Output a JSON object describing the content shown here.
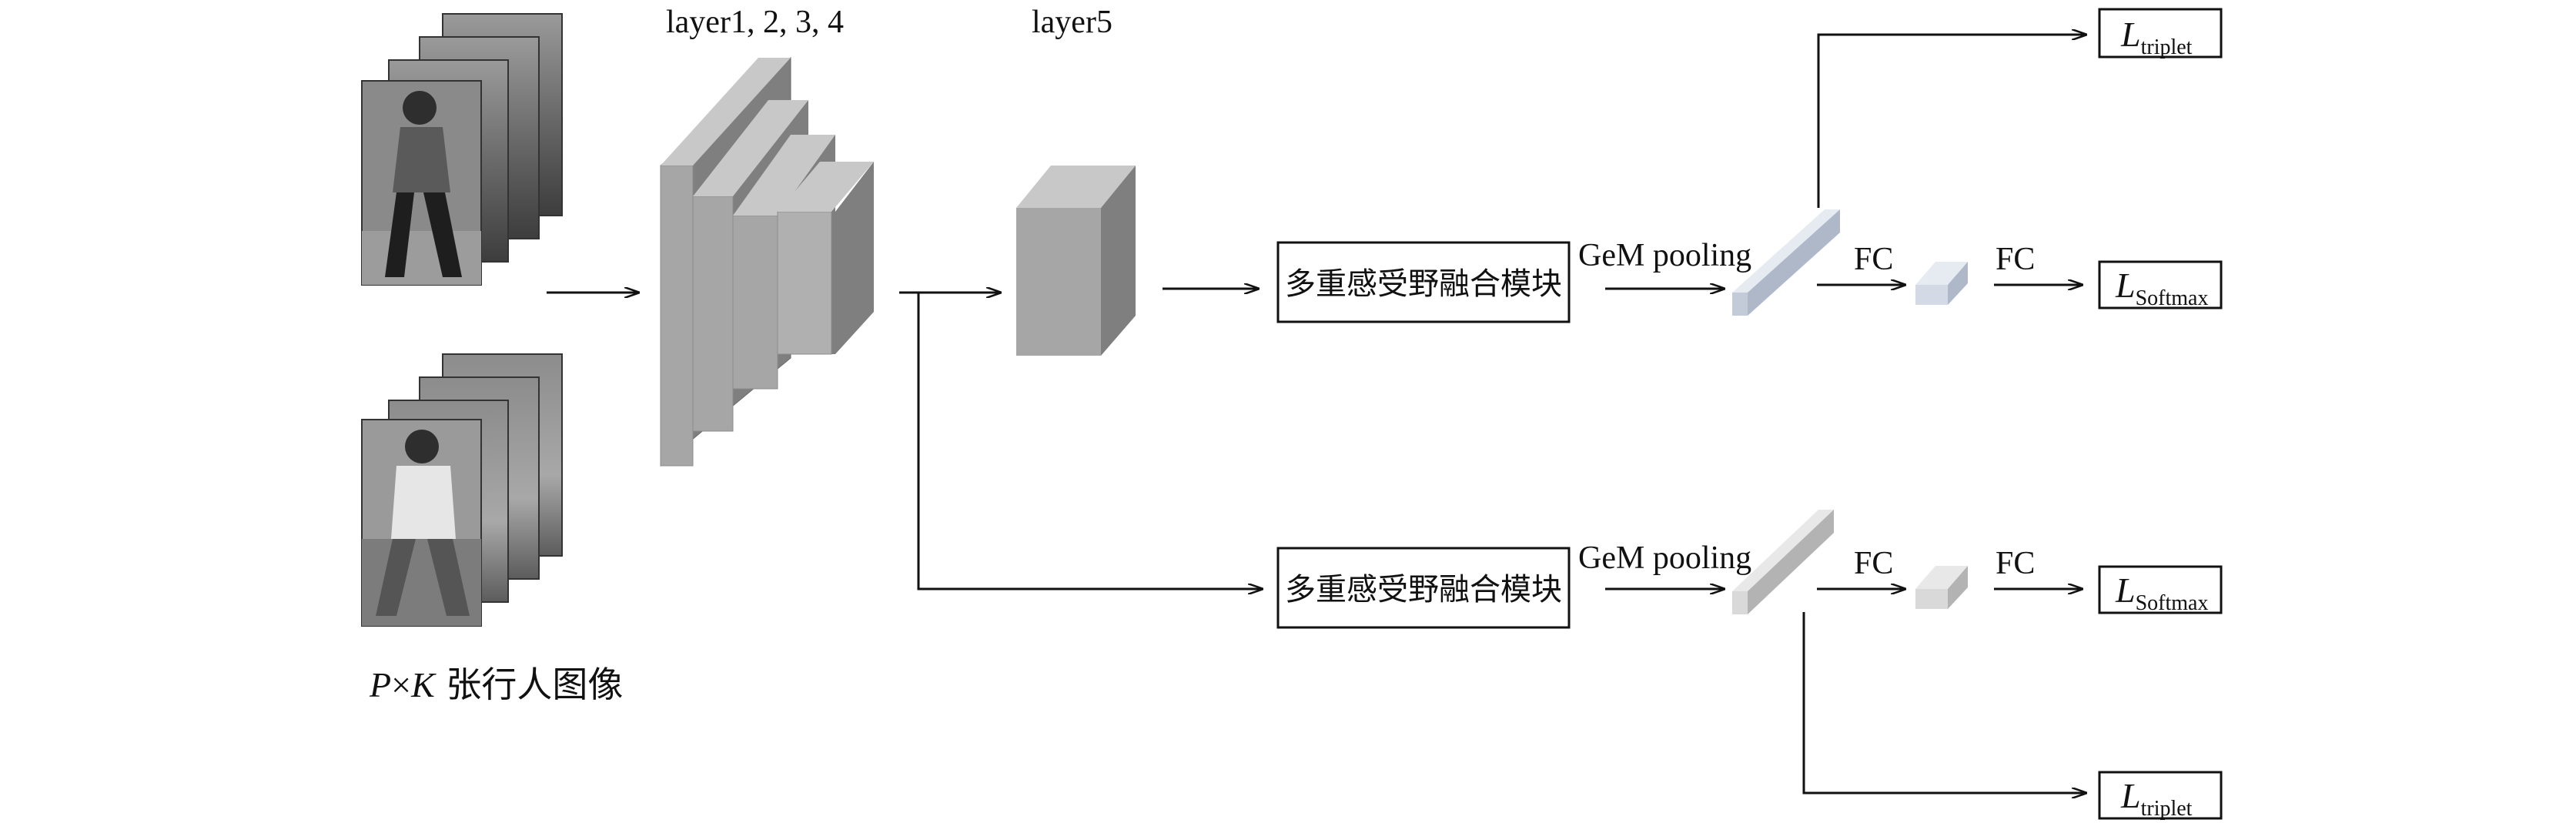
{
  "stage_labels": {
    "backbone": "layer1, 2, 3, 4",
    "layer5": "layer5"
  },
  "module_label": "多重感受野融合模块",
  "pooling_label": "GeM pooling",
  "fc_label": "FC",
  "losses": {
    "triplet": {
      "symbol": "L",
      "subscript": "triplet"
    },
    "softmax": {
      "symbol": "L",
      "subscript": "Softmax"
    }
  },
  "caption": {
    "p": "P",
    "times": "×",
    "k": "K",
    "text": " 张行人图像"
  },
  "colors": {
    "block_front": "#a6a6a6",
    "block_side": "#7f7f7f",
    "block_top": "#c8c8c8",
    "pool_top_front": "#d3dae6",
    "pool_top_side": "#aeb8c9",
    "pool_bottom_front": "#d9d9d9",
    "pool_bottom_side": "#b3b3b3",
    "photo_dark": "#4a4a4a",
    "photo_mid": "#8a8a8a"
  }
}
